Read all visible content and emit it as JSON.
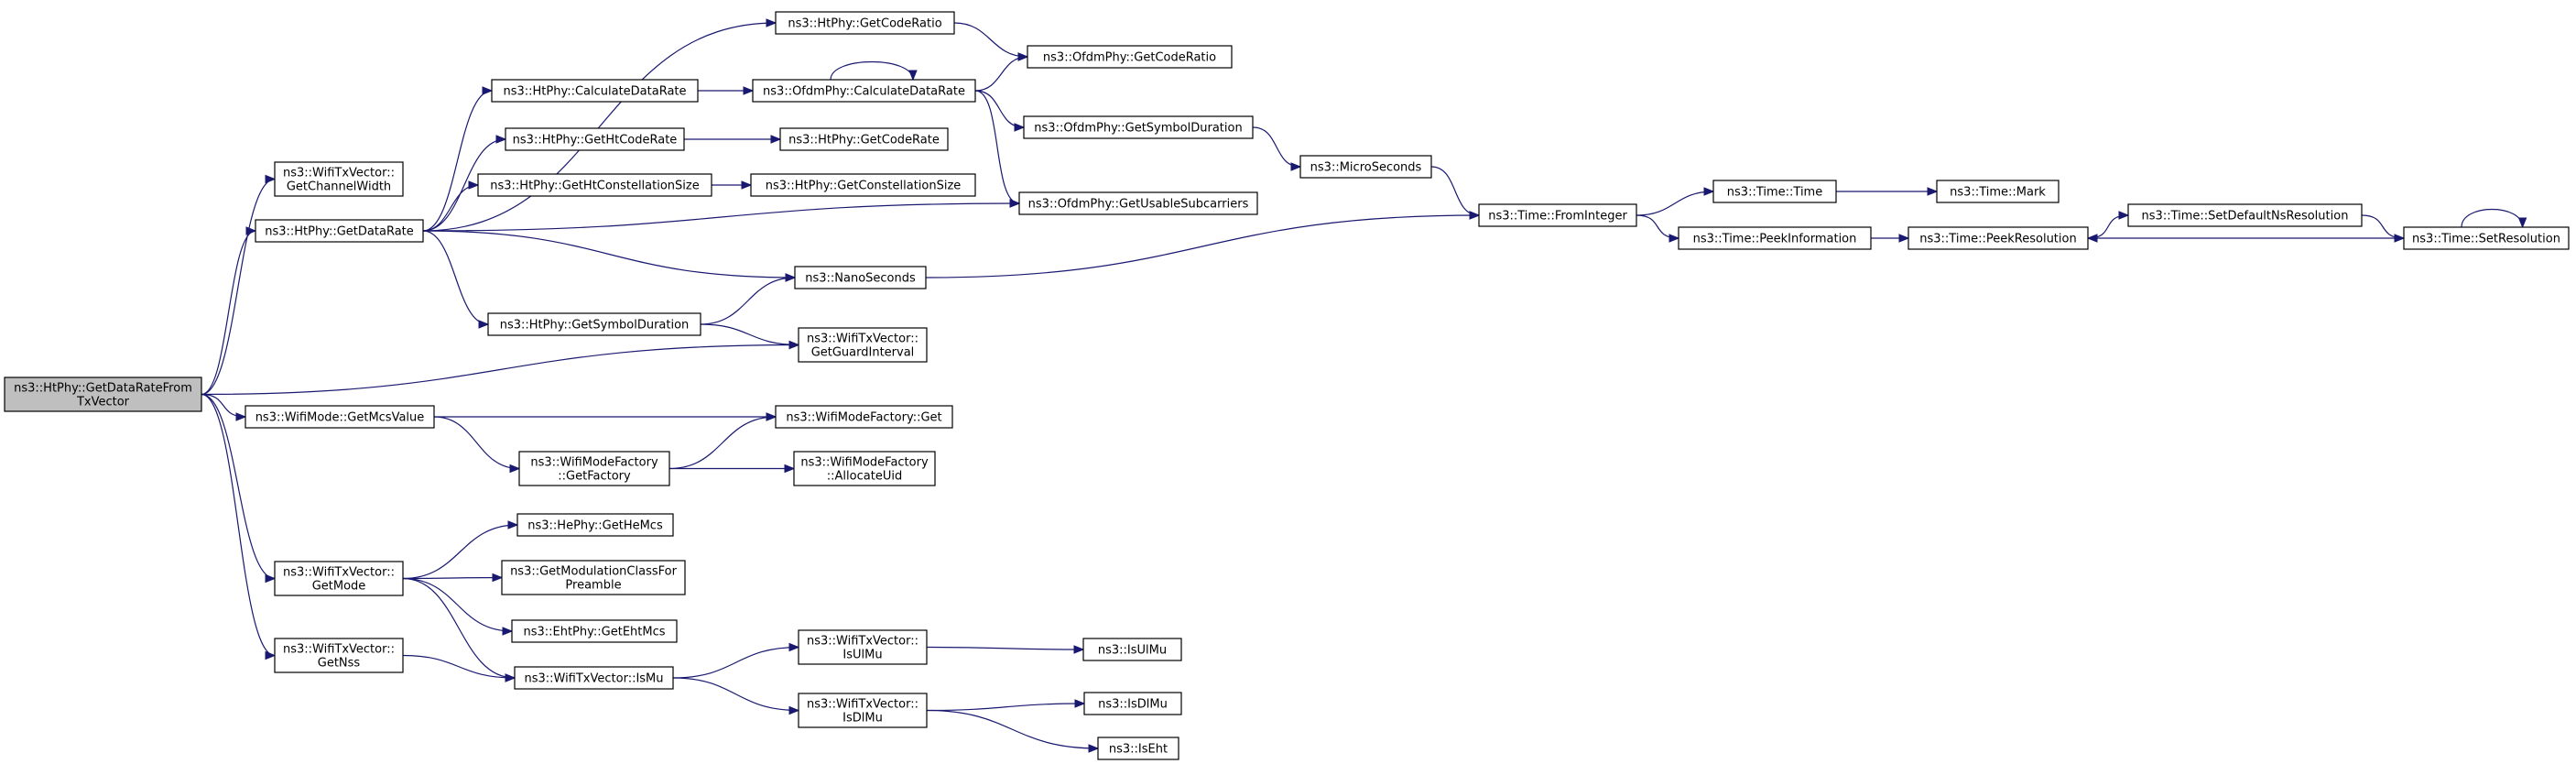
{
  "colors": {
    "edge": "#191970",
    "node_fill": "#ffffff",
    "root_fill": "#bfbfbf",
    "border": "#000000"
  },
  "nodes": [
    {
      "id": "root",
      "lines": [
        "ns3::HtPhy::GetDataRateFrom",
        "TxVector"
      ]
    },
    {
      "id": "getChannelWidth",
      "lines": [
        "ns3::WifiTxVector::",
        "GetChannelWidth"
      ]
    },
    {
      "id": "htGetDataRate",
      "lines": [
        "ns3::HtPhy::GetDataRate"
      ]
    },
    {
      "id": "getMcsValue",
      "lines": [
        "ns3::WifiMode::GetMcsValue"
      ]
    },
    {
      "id": "getMode",
      "lines": [
        "ns3::WifiTxVector::",
        "GetMode"
      ]
    },
    {
      "id": "getNss",
      "lines": [
        "ns3::WifiTxVector::",
        "GetNss"
      ]
    },
    {
      "id": "htCalcDataRate",
      "lines": [
        "ns3::HtPhy::CalculateDataRate"
      ]
    },
    {
      "id": "htGetHtCodeRate",
      "lines": [
        "ns3::HtPhy::GetHtCodeRate"
      ]
    },
    {
      "id": "htGetHtConst",
      "lines": [
        "ns3::HtPhy::GetHtConstellationSize"
      ]
    },
    {
      "id": "htGetSymDur",
      "lines": [
        "ns3::HtPhy::GetSymbolDuration"
      ]
    },
    {
      "id": "wmfGetFactory",
      "lines": [
        "ns3::WifiModeFactory",
        "::GetFactory"
      ]
    },
    {
      "id": "heGetHeMcs",
      "lines": [
        "ns3::HePhy::GetHeMcs"
      ]
    },
    {
      "id": "getModClass",
      "lines": [
        "ns3::GetModulationClassFor",
        "Preamble"
      ]
    },
    {
      "id": "ehtGetEhtMcs",
      "lines": [
        "ns3::EhtPhy::GetEhtMcs"
      ]
    },
    {
      "id": "isMu",
      "lines": [
        "ns3::WifiTxVector::IsMu"
      ]
    },
    {
      "id": "htGetCodeRatio",
      "lines": [
        "ns3::HtPhy::GetCodeRatio"
      ]
    },
    {
      "id": "ofdmCalcDataRate",
      "lines": [
        "ns3::OfdmPhy::CalculateDataRate"
      ]
    },
    {
      "id": "htGetCodeRate",
      "lines": [
        "ns3::HtPhy::GetCodeRate"
      ]
    },
    {
      "id": "htGetConstSize",
      "lines": [
        "ns3::HtPhy::GetConstellationSize"
      ]
    },
    {
      "id": "nanoSeconds",
      "lines": [
        "ns3::NanoSeconds"
      ]
    },
    {
      "id": "getGuardInterval",
      "lines": [
        "ns3::WifiTxVector::",
        "GetGuardInterval"
      ]
    },
    {
      "id": "wmfGet",
      "lines": [
        "ns3::WifiModeFactory::Get"
      ]
    },
    {
      "id": "wmfAllocateUid",
      "lines": [
        "ns3::WifiModeFactory",
        "::AllocateUid"
      ]
    },
    {
      "id": "isUlMu",
      "lines": [
        "ns3::WifiTxVector::",
        "IsUlMu"
      ]
    },
    {
      "id": "isDlMu",
      "lines": [
        "ns3::WifiTxVector::",
        "IsDlMu"
      ]
    },
    {
      "id": "ofdmGetCodeRatio",
      "lines": [
        "ns3::OfdmPhy::GetCodeRatio"
      ]
    },
    {
      "id": "ofdmGetSymDur",
      "lines": [
        "ns3::OfdmPhy::GetSymbolDuration"
      ]
    },
    {
      "id": "ofdmGetUsableSub",
      "lines": [
        "ns3::OfdmPhy::GetUsableSubcarriers"
      ]
    },
    {
      "id": "isUlMuFree",
      "lines": [
        "ns3::IsUlMu"
      ]
    },
    {
      "id": "isDlMuFree",
      "lines": [
        "ns3::IsDlMu"
      ]
    },
    {
      "id": "isEht",
      "lines": [
        "ns3::IsEht"
      ]
    },
    {
      "id": "microSeconds",
      "lines": [
        "ns3::MicroSeconds"
      ]
    },
    {
      "id": "timeFromInteger",
      "lines": [
        "ns3::Time::FromInteger"
      ]
    },
    {
      "id": "timeTime",
      "lines": [
        "ns3::Time::Time"
      ]
    },
    {
      "id": "timePeekInfo",
      "lines": [
        "ns3::Time::PeekInformation"
      ]
    },
    {
      "id": "timeMark",
      "lines": [
        "ns3::Time::Mark"
      ]
    },
    {
      "id": "timePeekRes",
      "lines": [
        "ns3::Time::PeekResolution"
      ]
    },
    {
      "id": "timeSetDefaultNs",
      "lines": [
        "ns3::Time::SetDefaultNsResolution"
      ]
    },
    {
      "id": "timeSetRes",
      "lines": [
        "ns3::Time::SetResolution"
      ]
    }
  ],
  "edges": [
    [
      "root",
      "getChannelWidth"
    ],
    [
      "root",
      "htGetDataRate"
    ],
    [
      "root",
      "getGuardInterval"
    ],
    [
      "root",
      "getMcsValue"
    ],
    [
      "root",
      "getMode"
    ],
    [
      "root",
      "getNss"
    ],
    [
      "htGetDataRate",
      "htCalcDataRate"
    ],
    [
      "htGetDataRate",
      "htGetHtCodeRate"
    ],
    [
      "htGetDataRate",
      "htGetHtConst"
    ],
    [
      "htGetDataRate",
      "htGetSymDur"
    ],
    [
      "htGetDataRate",
      "htGetCodeRatio"
    ],
    [
      "htGetDataRate",
      "ofdmGetUsableSub"
    ],
    [
      "htGetDataRate",
      "nanoSeconds"
    ],
    [
      "htCalcDataRate",
      "ofdmCalcDataRate"
    ],
    [
      "ofdmCalcDataRate",
      "ofdmCalcDataRate"
    ],
    [
      "ofdmCalcDataRate",
      "ofdmGetCodeRatio"
    ],
    [
      "ofdmCalcDataRate",
      "ofdmGetSymDur"
    ],
    [
      "ofdmCalcDataRate",
      "ofdmGetUsableSub"
    ],
    [
      "htGetCodeRatio",
      "ofdmGetCodeRatio"
    ],
    [
      "htGetHtCodeRate",
      "htGetCodeRate"
    ],
    [
      "htGetHtConst",
      "htGetConstSize"
    ],
    [
      "htGetSymDur",
      "nanoSeconds"
    ],
    [
      "htGetSymDur",
      "getGuardInterval"
    ],
    [
      "ofdmGetSymDur",
      "microSeconds"
    ],
    [
      "microSeconds",
      "timeFromInteger"
    ],
    [
      "nanoSeconds",
      "timeFromInteger"
    ],
    [
      "timeFromInteger",
      "timeTime"
    ],
    [
      "timeFromInteger",
      "timePeekInfo"
    ],
    [
      "timeTime",
      "timeMark"
    ],
    [
      "timePeekInfo",
      "timePeekRes"
    ],
    [
      "timePeekRes",
      "timeSetDefaultNs"
    ],
    [
      "timeSetDefaultNs",
      "timeSetRes"
    ],
    [
      "timeSetRes",
      "timePeekRes"
    ],
    [
      "timeSetRes",
      "timeSetRes"
    ],
    [
      "getMcsValue",
      "wmfGet"
    ],
    [
      "getMcsValue",
      "wmfGetFactory"
    ],
    [
      "wmfGetFactory",
      "wmfGet"
    ],
    [
      "wmfGetFactory",
      "wmfAllocateUid"
    ],
    [
      "getMode",
      "heGetHeMcs"
    ],
    [
      "getMode",
      "getModClass"
    ],
    [
      "getMode",
      "ehtGetEhtMcs"
    ],
    [
      "getMode",
      "isMu"
    ],
    [
      "getNss",
      "isMu"
    ],
    [
      "isMu",
      "isUlMu"
    ],
    [
      "isMu",
      "isDlMu"
    ],
    [
      "isUlMu",
      "isUlMuFree"
    ],
    [
      "isDlMu",
      "isDlMuFree"
    ],
    [
      "isDlMu",
      "isEht"
    ]
  ]
}
